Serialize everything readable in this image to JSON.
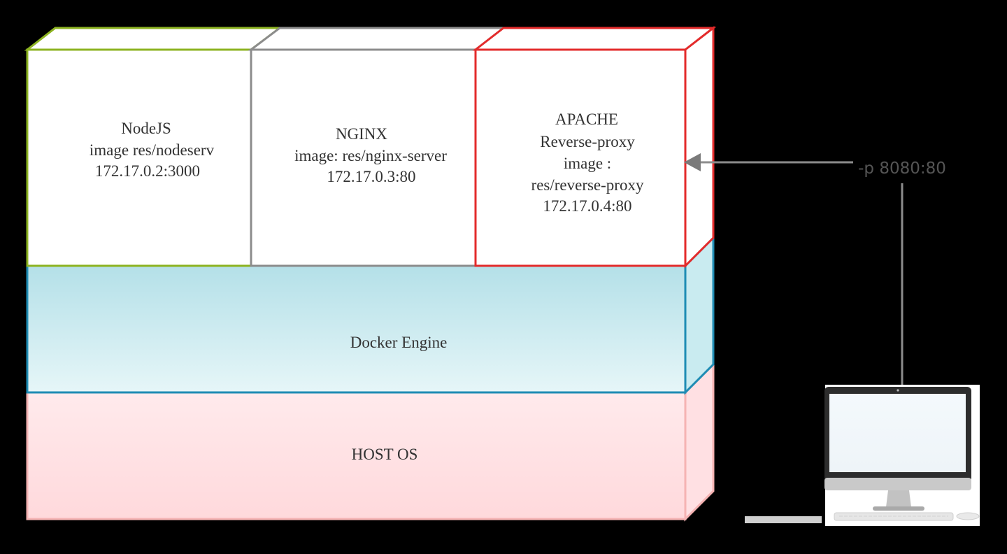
{
  "containers": {
    "nodejs": {
      "lines": [
        "NodeJS",
        "image res/nodeserv",
        "172.17.0.2:3000"
      ],
      "border_color": "#8db321"
    },
    "nginx": {
      "lines": [
        "NGINX",
        "image: res/nginx-server",
        "172.17.0.3:80"
      ],
      "border_color": "#8c8c8c"
    },
    "apache": {
      "lines": [
        "APACHE",
        "Reverse-proxy",
        "image :",
        "res/reverse-proxy",
        "172.17.0.4:80"
      ],
      "border_color": "#e32b2b"
    }
  },
  "docker_engine": {
    "label": "Docker Engine",
    "border_color": "#1e8cb4"
  },
  "host_os": {
    "label": "HOST OS",
    "border_color": "#f5b3b3"
  },
  "port_mapping": {
    "label": "-p 8080:80"
  },
  "client": {
    "icon": "desktop-computer-icon"
  }
}
